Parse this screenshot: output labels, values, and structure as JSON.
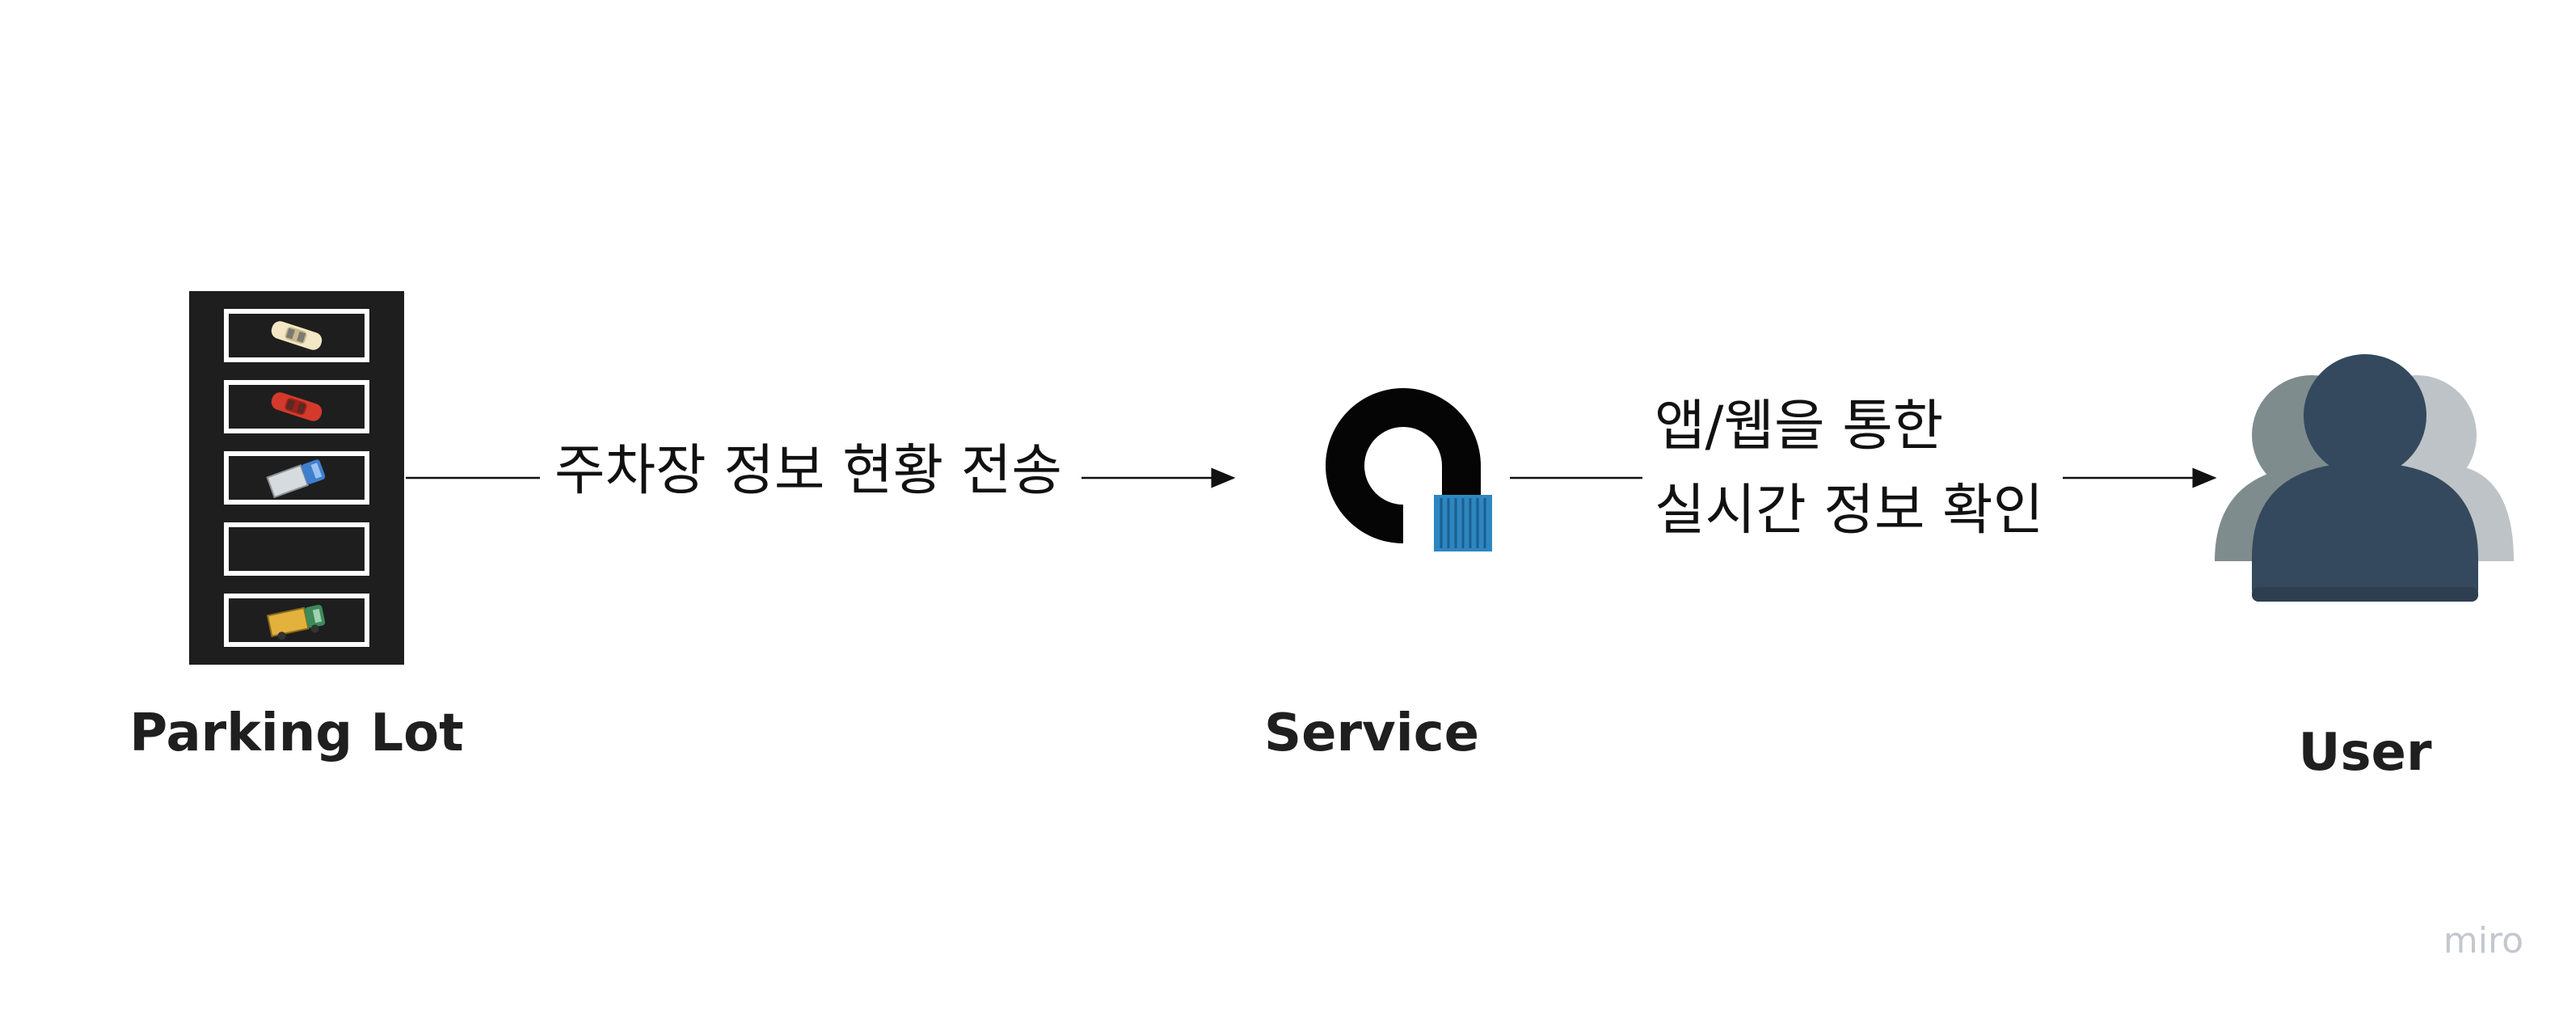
{
  "diagram": {
    "nodes": {
      "parking_lot": {
        "label": "Parking Lot",
        "icon": "parking-lot-icon"
      },
      "service": {
        "label": "Service",
        "icon": "service-logo-icon"
      },
      "user": {
        "label": "User",
        "icon": "users-icon"
      }
    },
    "edges": [
      {
        "from": "parking_lot",
        "to": "service",
        "lines": [
          "주차장 정보 현황 전송"
        ]
      },
      {
        "from": "service",
        "to": "user",
        "lines": [
          "앱/웹을 통한",
          "실시간 정보 확인"
        ]
      }
    ],
    "watermark": "miro"
  },
  "colors": {
    "user_front": "#34495e",
    "user_back_left": "#7f8c8d",
    "user_back_right": "#bdc3c7",
    "container": "#2e86c1",
    "parking_bg": "#1e1e1e"
  }
}
